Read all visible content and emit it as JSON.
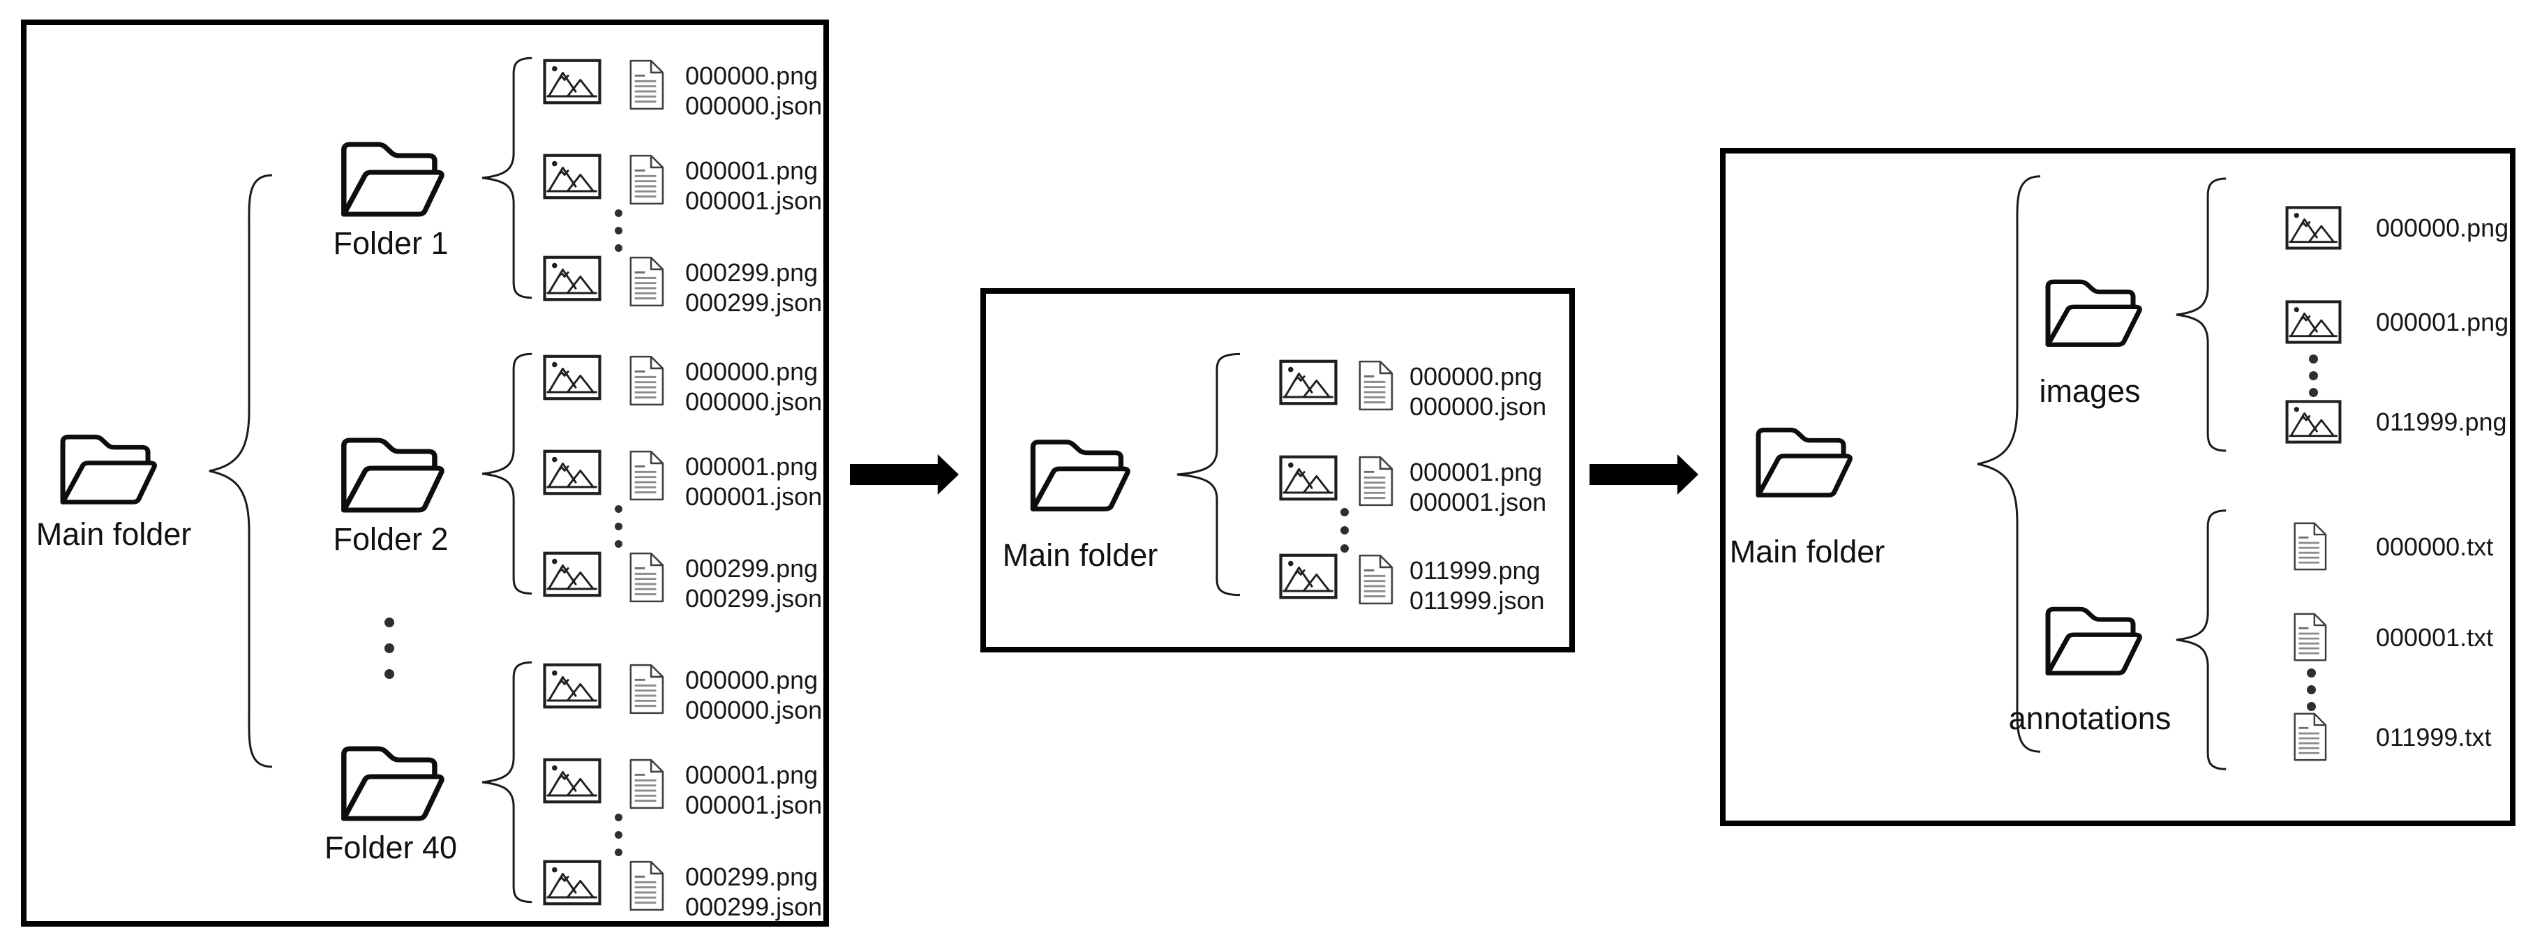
{
  "colors": {
    "foreground": "#000000",
    "background": "#ffffff"
  },
  "left_panel": {
    "main_folder_label": "Main folder",
    "groups": [
      {
        "folder_label": "Folder 1",
        "files": [
          {
            "image": "000000.png",
            "annotation": "000000.json"
          },
          {
            "image": "000001.png",
            "annotation": "000001.json"
          },
          {
            "image": "000299.png",
            "annotation": "000299.json"
          }
        ]
      },
      {
        "folder_label": "Folder 2",
        "files": [
          {
            "image": "000000.png",
            "annotation": "000000.json"
          },
          {
            "image": "000001.png",
            "annotation": "000001.json"
          },
          {
            "image": "000299.png",
            "annotation": "000299.json"
          }
        ]
      },
      {
        "folder_label": "Folder 40",
        "files": [
          {
            "image": "000000.png",
            "annotation": "000000.json"
          },
          {
            "image": "000001.png",
            "annotation": "000001.json"
          },
          {
            "image": "000299.png",
            "annotation": "000299.json"
          }
        ]
      }
    ]
  },
  "middle_panel": {
    "main_folder_label": "Main folder",
    "files": [
      {
        "image": "000000.png",
        "annotation": "000000.json"
      },
      {
        "image": "000001.png",
        "annotation": "000001.json"
      },
      {
        "image": "011999.png",
        "annotation": "011999.json"
      }
    ]
  },
  "right_panel": {
    "main_folder_label": "Main folder",
    "images_folder_label": "images",
    "annotations_folder_label": "annotations",
    "image_files": [
      "000000.png",
      "000001.png",
      "011999.png"
    ],
    "annotation_files": [
      "000000.txt",
      "000001.txt",
      "011999.txt"
    ]
  }
}
